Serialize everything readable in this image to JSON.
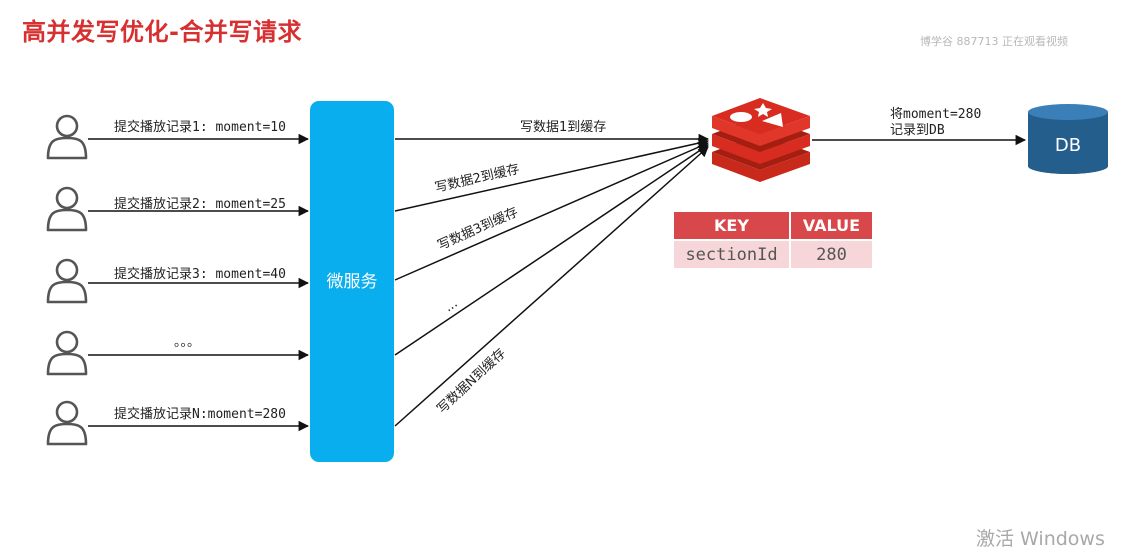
{
  "title": "高并发写优化-合并写请求",
  "watermark": "博学谷 887713 正在观看视频",
  "activate_text": "激活 Windows",
  "service": {
    "label": "微服务",
    "color": "#09aeef"
  },
  "db": {
    "label": "DB",
    "color": "#245e8c"
  },
  "users": [
    {
      "request_label": "提交播放记录1: moment=10"
    },
    {
      "request_label": "提交播放记录2: moment=25"
    },
    {
      "request_label": "提交播放记录3: moment=40"
    },
    {
      "request_label": "。。。"
    },
    {
      "request_label": "提交播放记录N:moment=280"
    }
  ],
  "cache_writes": [
    "写数据1到缓存",
    "写数据2到缓存",
    "写数据3到缓存",
    "...",
    "写数据N到缓存"
  ],
  "db_write": {
    "line1": "将moment=280",
    "line2": "记录到DB"
  },
  "table": {
    "headers": [
      "KEY",
      "VALUE"
    ],
    "row": [
      "sectionId",
      "280"
    ]
  },
  "colors": {
    "title": "#d73030",
    "redis": "#d82c20",
    "table_header": "#d8474a",
    "table_cell": "#f6d6d8"
  }
}
